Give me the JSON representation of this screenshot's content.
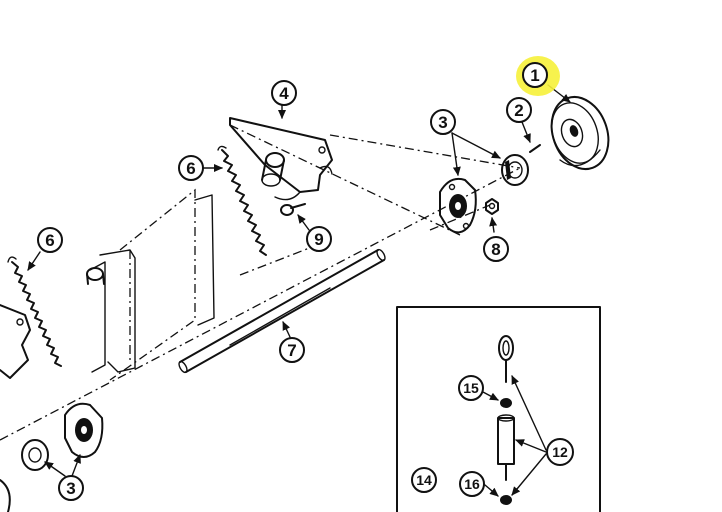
{
  "callouts": {
    "c1": "1",
    "c2": "2",
    "c3a": "3",
    "c3b": "3",
    "c4": "4",
    "c6a": "6",
    "c6b": "6",
    "c7": "7",
    "c8": "8",
    "c9": "9",
    "c12": "12",
    "c14": "14",
    "c15": "15",
    "c16": "16"
  },
  "colors": {
    "highlight": "#f6f13a",
    "ink": "#111111"
  },
  "highlighted_callout": "1"
}
